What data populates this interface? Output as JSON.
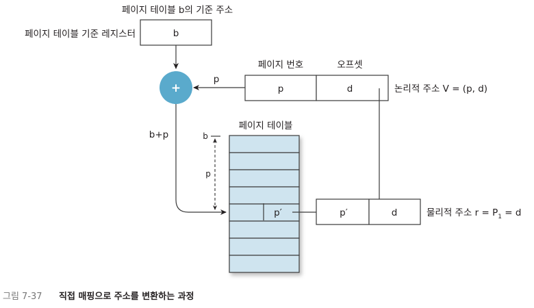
{
  "diagram": {
    "base_address_caption": "페이지 테이블 b의 기준 주소",
    "base_register_label": "페이지 테이블 기준 레지스터",
    "base_register_value": "b",
    "adder_symbol": "+",
    "adder_color": "#5aaacc",
    "logical_address": {
      "page_number_header": "페이지 번호",
      "offset_header": "오프셋",
      "page_value": "p",
      "offset_value": "d",
      "label": "논리적 주소 V = (p, d)"
    },
    "arrow_p_label": "p",
    "sum_label": "b+p",
    "page_table": {
      "title": "페이지 테이블",
      "base_marker": "b",
      "offset_marker": "p",
      "entry_value": "p′",
      "row_count": 8,
      "entry_row_index": 4,
      "fill_color": "#cfe4ef"
    },
    "physical_address": {
      "frame_value": "p′",
      "offset_value": "d",
      "label_prefix": "물리적 주소 r = P",
      "label_subscript": "1",
      "label_suffix": " = d"
    }
  },
  "caption": {
    "number": "그림 7-37",
    "title": "직접 매핑으로 주소를 변환하는 과정"
  }
}
